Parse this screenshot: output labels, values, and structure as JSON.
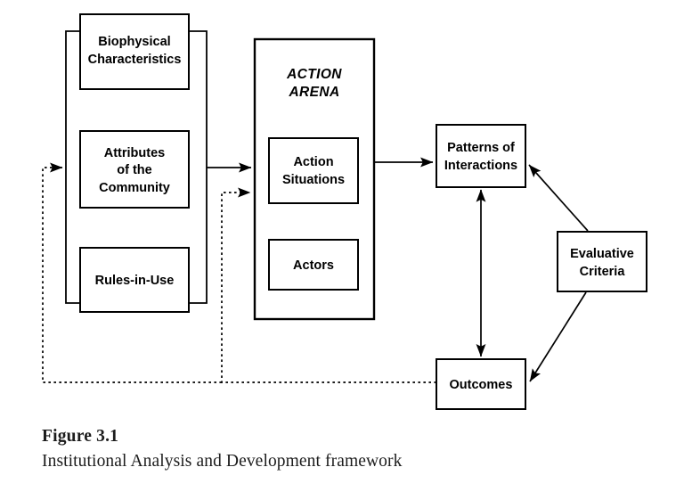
{
  "figure": {
    "caption_label": "Figure 3.1",
    "caption_text": "Institutional Analysis and Development framework",
    "background_color": "#ffffff",
    "line_color": "#000000",
    "text_color": "#000000"
  },
  "diagram": {
    "type": "flow-diagram",
    "exogenous_group": {
      "bracket_name": "exogenous-variables-bracket",
      "boxes": [
        {
          "id": "biophysical",
          "label_line1": "Biophysical",
          "label_line2": "Characteristics"
        },
        {
          "id": "attributes",
          "label_line1": "Attributes",
          "label_line2": "of the",
          "label_line3": "Community"
        },
        {
          "id": "rules",
          "label_line1": "Rules-in-Use"
        }
      ]
    },
    "arena": {
      "title_line1": "ACTION",
      "title_line2": "ARENA",
      "boxes": [
        {
          "id": "action-situations",
          "label_line1": "Action",
          "label_line2": "Situations"
        },
        {
          "id": "actors",
          "label_line1": "Actors"
        }
      ]
    },
    "outcome_boxes": [
      {
        "id": "patterns",
        "label_line1": "Patterns of",
        "label_line2": "Interactions"
      },
      {
        "id": "evaluative",
        "label_line1": "Evaluative",
        "label_line2": "Criteria"
      },
      {
        "id": "outcomes",
        "label_line1": "Outcomes"
      }
    ],
    "connectors": [
      {
        "id": "exogenous-to-arena",
        "style": "solid",
        "arrow": "single"
      },
      {
        "id": "arena-to-patterns",
        "style": "solid",
        "arrow": "single"
      },
      {
        "id": "patterns-outcomes",
        "style": "solid",
        "arrow": "double"
      },
      {
        "id": "evaluative-to-patterns",
        "style": "solid",
        "arrow": "single"
      },
      {
        "id": "evaluative-to-outcomes",
        "style": "solid",
        "arrow": "single"
      },
      {
        "id": "outcomes-feedback-to-arena",
        "style": "dotted",
        "arrow": "single"
      },
      {
        "id": "outcomes-feedback-to-exogenous",
        "style": "dotted",
        "arrow": "single"
      }
    ]
  }
}
